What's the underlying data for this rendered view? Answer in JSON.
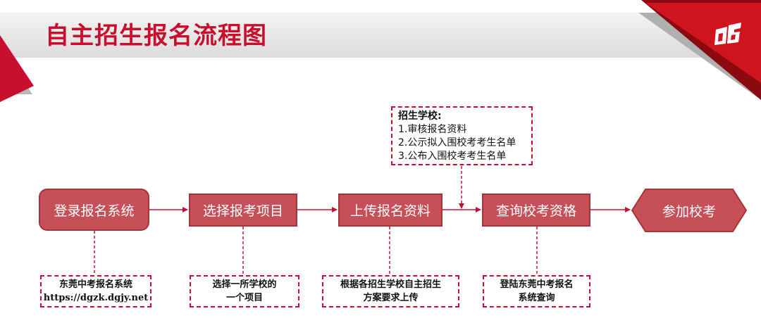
{
  "title": "自主招生报名流程图",
  "colors": {
    "accent": "#c8102e",
    "box_fill": "#c55058",
    "box_border": "#a8323a",
    "dark_red": "#8b0a10"
  },
  "icons": [
    "logo-icon"
  ],
  "flow": {
    "steps": [
      {
        "label": "登录报名系统"
      },
      {
        "label": "选择报考项目"
      },
      {
        "label": "上传报名资料"
      },
      {
        "label": "查询校考资格"
      },
      {
        "label": "参加校考"
      }
    ]
  },
  "notes": {
    "step1": {
      "line1": "东莞中考报名系统",
      "line2": "https://dgzk.dgjy.net"
    },
    "step2": {
      "line1": "选择一所学校的",
      "line2": "一个项目"
    },
    "step3": {
      "line1": "根据各招生学校自主招生",
      "line2": "方案要求上传"
    },
    "step4": {
      "line1": "登陆东莞中考报名",
      "line2": "系统查询"
    }
  },
  "school_note": {
    "heading": "招生学校:",
    "items": [
      "1.审核报名资料",
      "2.公示拟入围校考考生名单",
      "3.公布入围校考考生名单"
    ]
  }
}
